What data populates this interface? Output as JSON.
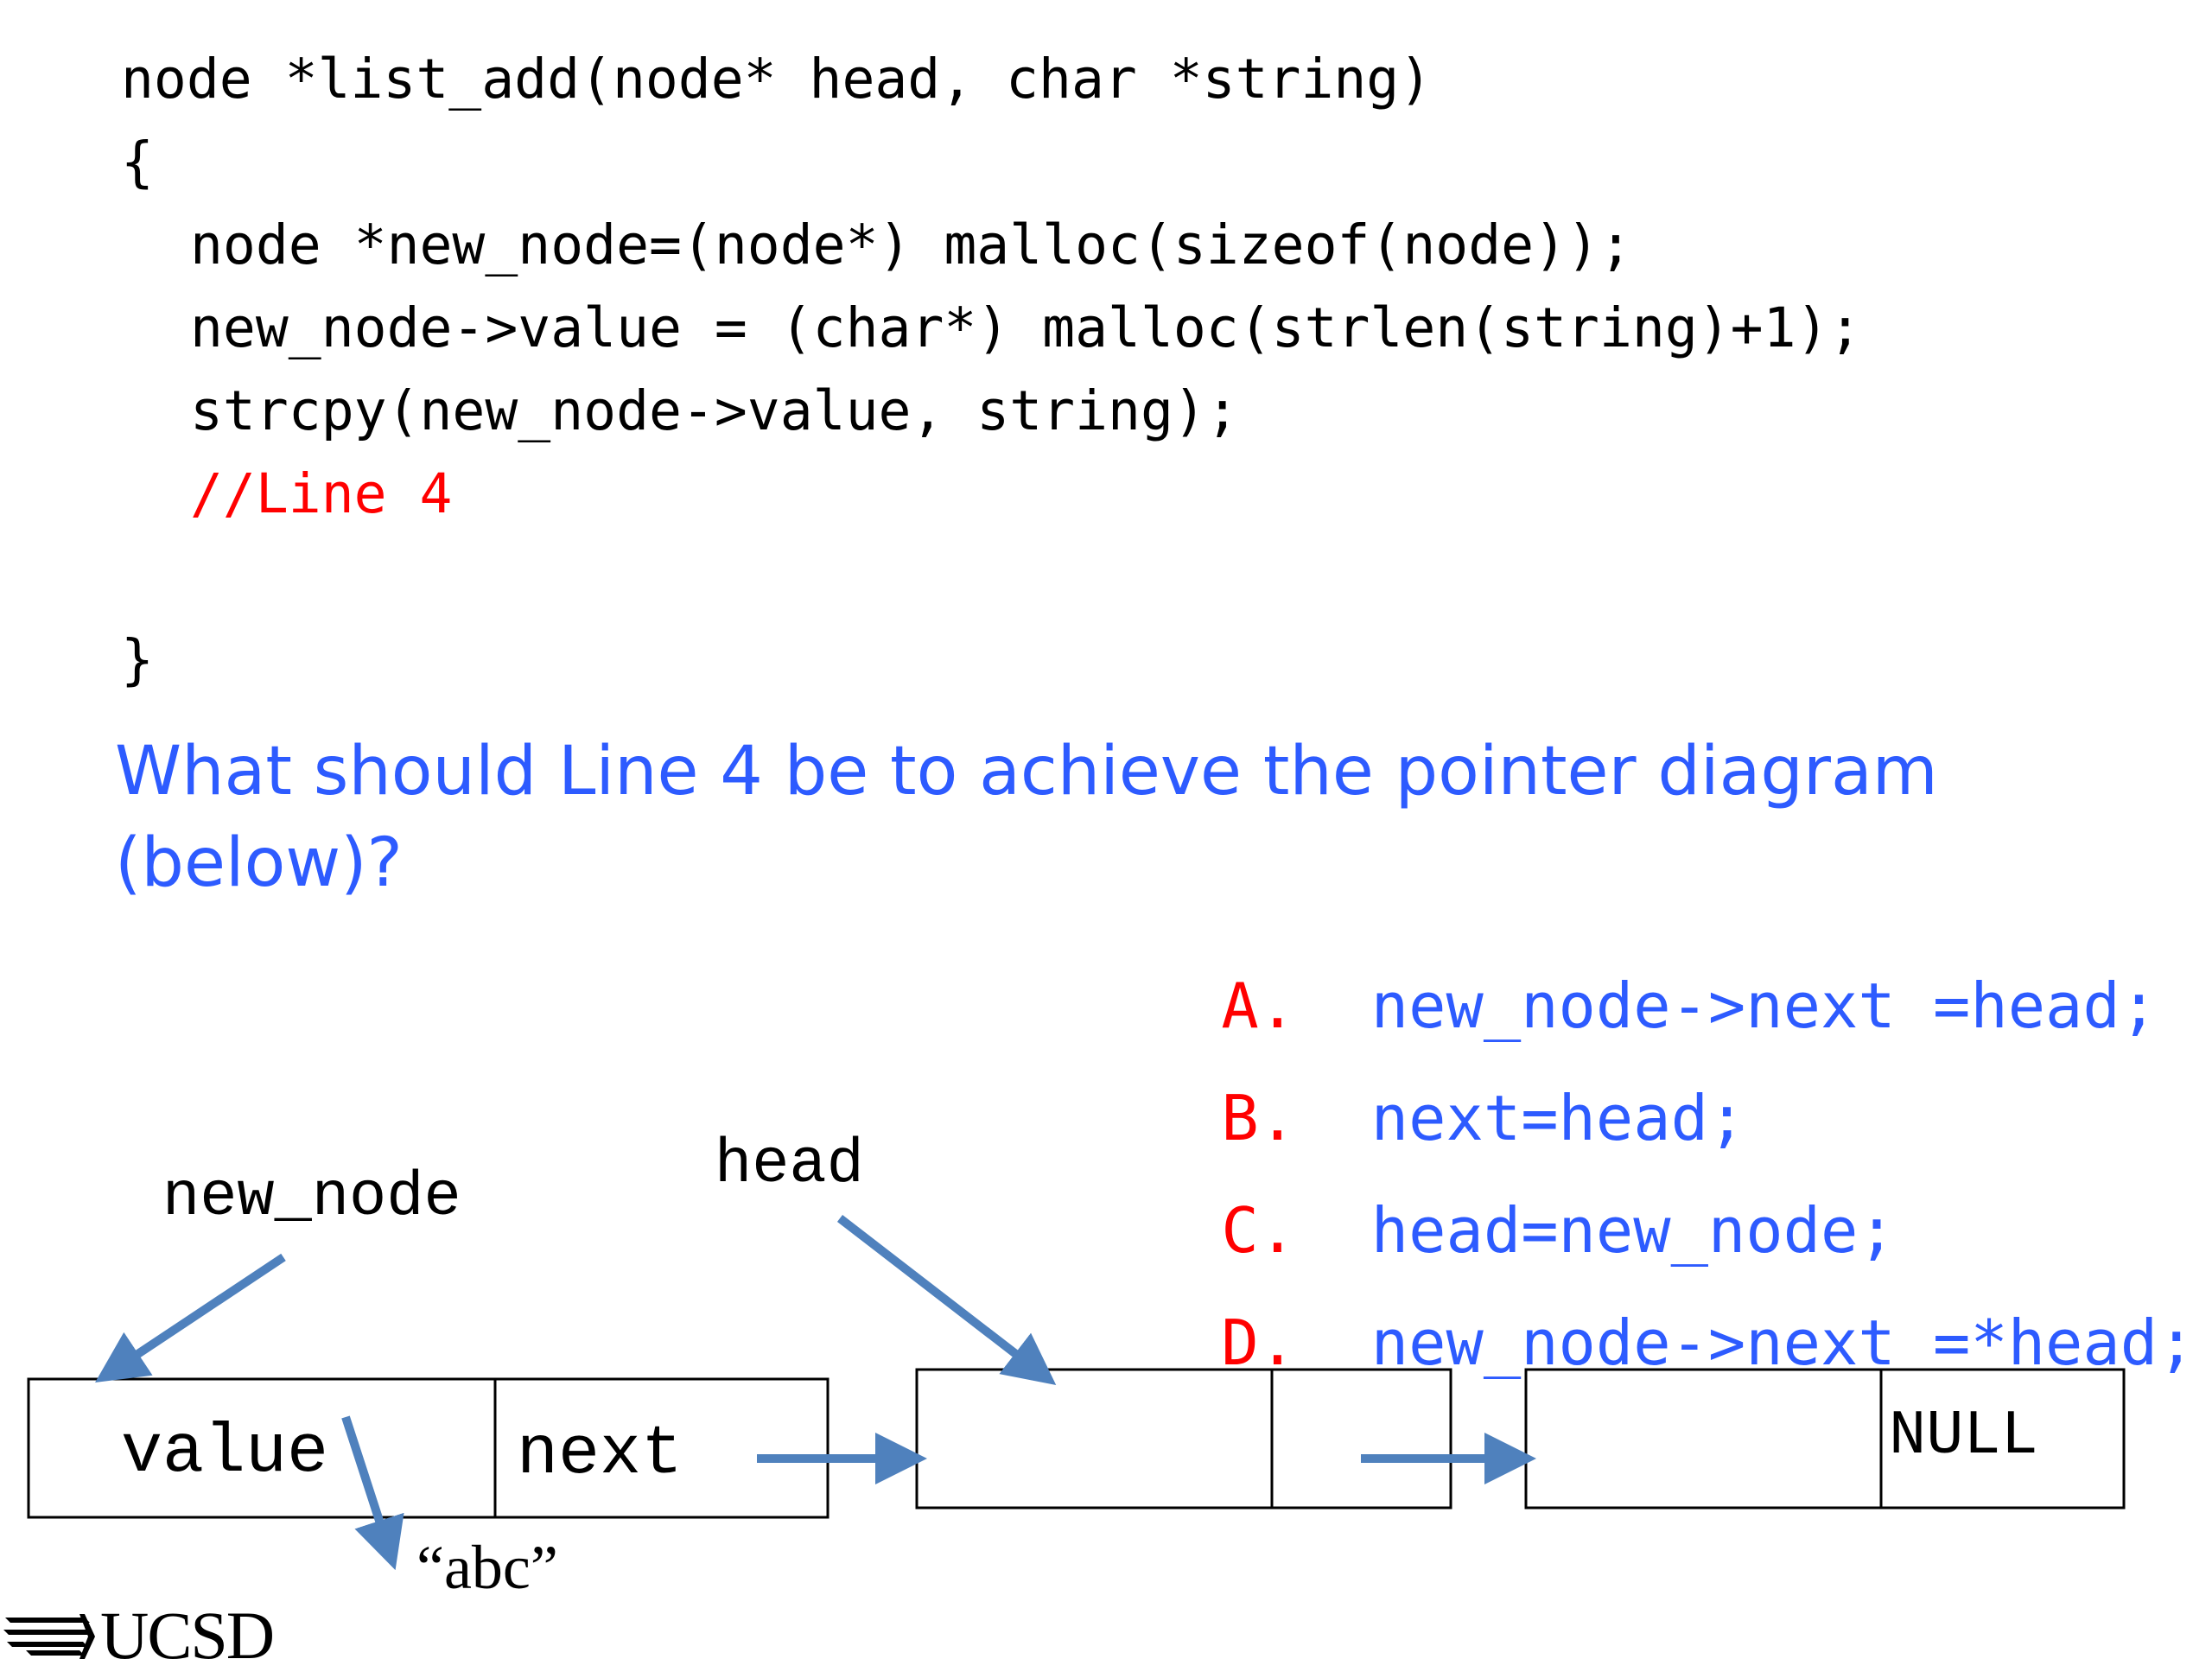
{
  "code": {
    "signature": "node *list_add(node* head, char *string)",
    "open_brace": "{",
    "line1": "node *new_node=(node*) malloc(sizeof(node));",
    "line2": "new_node->value = (char*) malloc(strlen(string)+1);",
    "line3": "strcpy(new_node->value, string);",
    "line4_comment": "//Line 4",
    "close_brace": "}"
  },
  "question": "What should Line 4 be to achieve the pointer diagram (below)?",
  "options": [
    {
      "letter": "A.",
      "text": "new_node->next =head;"
    },
    {
      "letter": "B.",
      "text": "next=head;"
    },
    {
      "letter": "C.",
      "text": "head=new_node;"
    },
    {
      "letter": "D.",
      "text": "new_node->next =*head;"
    }
  ],
  "diagram": {
    "new_node_label": "new_node",
    "head_label": "head",
    "value_field": "value",
    "next_field": "next",
    "string_value": "“abc”",
    "null_label": "NULL",
    "arrow_color": "#4f81bd"
  },
  "logo": {
    "text": "UCSD"
  }
}
